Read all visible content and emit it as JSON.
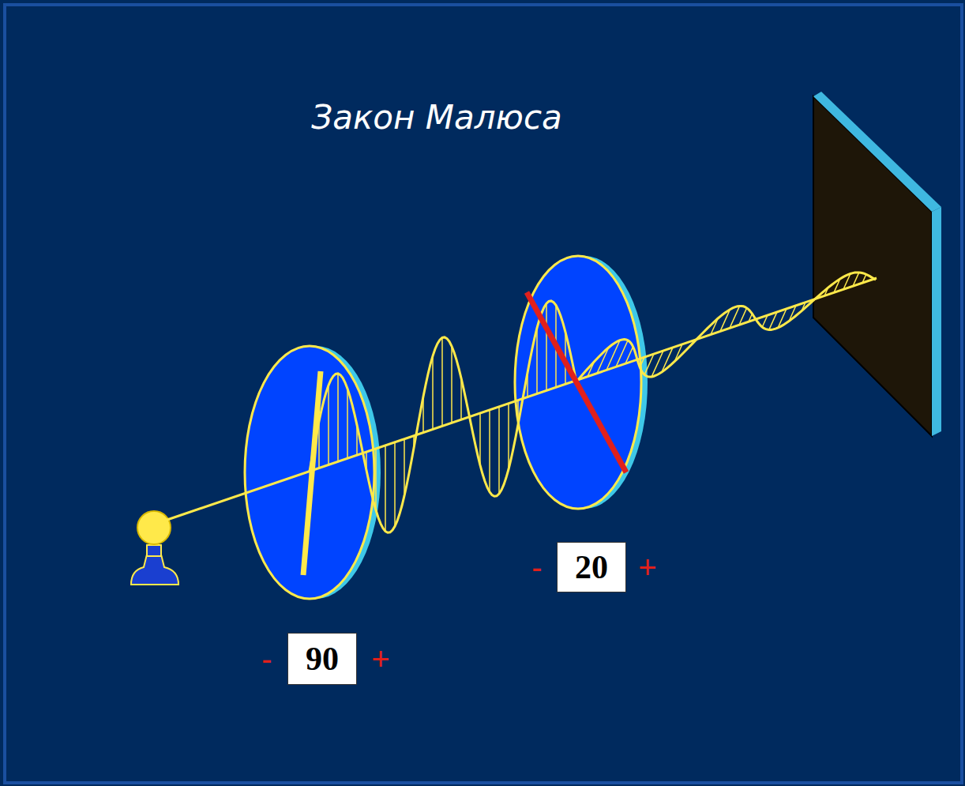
{
  "diagram": {
    "title": "Закон Малюса",
    "nodes": [
      {
        "text": [
          "90"
        ]
      },
      {
        "text": [
          "20"
        ]
      }
    ],
    "labels": [
      "-",
      "+",
      "-",
      "+"
    ]
  }
}
